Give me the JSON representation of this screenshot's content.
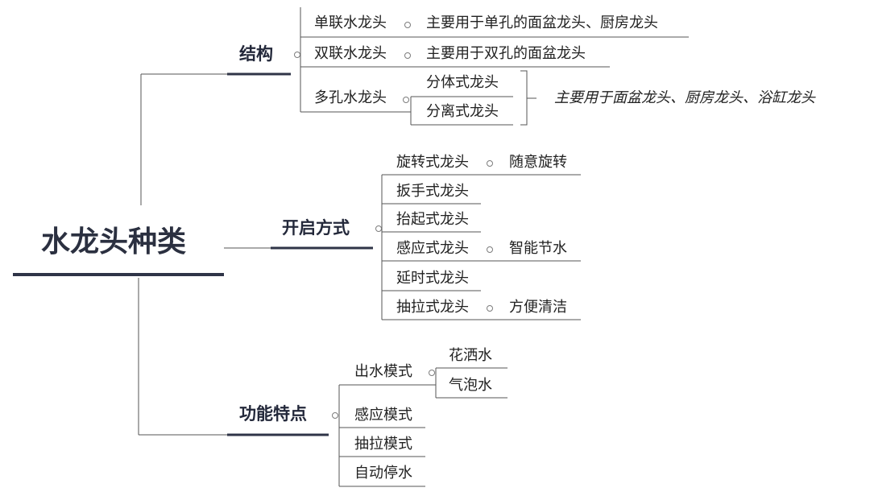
{
  "root": "水龙头种类",
  "structure": {
    "title": "结构",
    "single": "单联水龙头",
    "single_use": "主要用于单孔的面盆龙头、厨房龙头",
    "double": "双联水龙头",
    "double_use": "主要用于双孔的面盆龙头",
    "multi": "多孔水龙头",
    "multi_split": "分体式龙头",
    "multi_separate": "分离式龙头",
    "multi_use": "主要用于面盆龙头、厨房龙头、浴缸龙头"
  },
  "opening": {
    "title": "开启方式",
    "items": [
      {
        "label": "旋转式龙头",
        "note": "随意旋转"
      },
      {
        "label": "扳手式龙头",
        "note": ""
      },
      {
        "label": "抬起式龙头",
        "note": ""
      },
      {
        "label": "感应式龙头",
        "note": "智能节水"
      },
      {
        "label": "延时式龙头",
        "note": ""
      },
      {
        "label": "抽拉式龙头",
        "note": "方便清洁"
      }
    ]
  },
  "features": {
    "title": "功能特点",
    "water_mode": "出水模式",
    "shower": "花洒水",
    "bubble": "气泡水",
    "sensor_mode": "感应模式",
    "pull_mode": "抽拉模式",
    "auto_stop": "自动停水"
  }
}
